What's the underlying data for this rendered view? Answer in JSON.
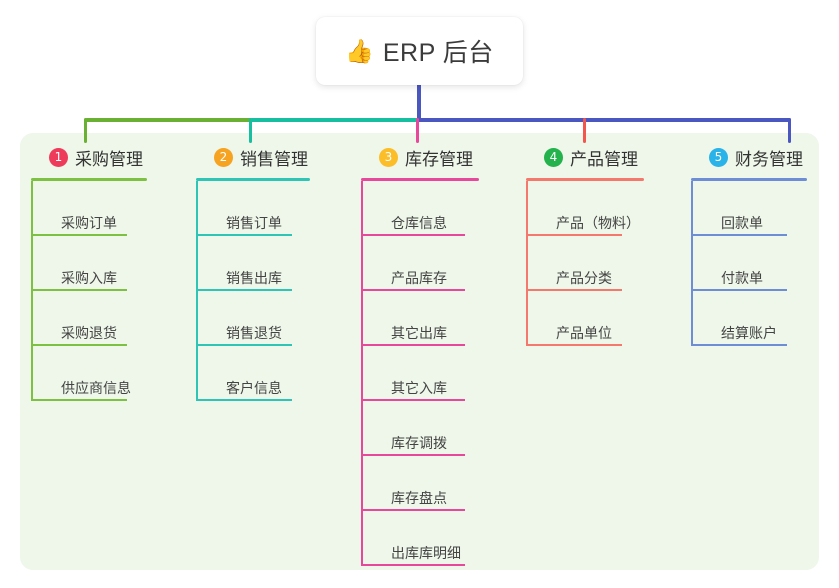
{
  "canvas": {
    "background": "#ffffff",
    "panel_background": "#eef7e9"
  },
  "title_card": {
    "icon": "thumbs-up-icon",
    "icon_glyph": "👍",
    "text": "ERP 后台"
  },
  "connector": {
    "stem_color": "#4a57c0",
    "bar_colors": [
      "#6ab033",
      "#17bfa0",
      "#4a57c0"
    ],
    "drop_colors": [
      "#6ab033",
      "#17bfa0",
      "#e8489c",
      "#f2564d",
      "#4a57c0"
    ]
  },
  "columns": [
    {
      "number": "1",
      "title": "采购管理",
      "badge_color": "#ef3b5b",
      "line_color": "#7cc142",
      "items": [
        "采购订单",
        "采购入库",
        "采购退货",
        "供应商信息"
      ]
    },
    {
      "number": "2",
      "title": "销售管理",
      "badge_color": "#f5a321",
      "line_color": "#2ec4b6",
      "items": [
        "销售订单",
        "销售出库",
        "销售退货",
        "客户信息"
      ]
    },
    {
      "number": "3",
      "title": "库存管理",
      "badge_color": "#fbbe28",
      "line_color": "#e8489c",
      "items": [
        "仓库信息",
        "产品库存",
        "其它出库",
        "其它入库",
        "库存调拨",
        "库存盘点",
        "出库库明细"
      ]
    },
    {
      "number": "4",
      "title": "产品管理",
      "badge_color": "#23b24b",
      "line_color": "#f4796c",
      "items": [
        "产品（物料）",
        "产品分类",
        "产品单位"
      ]
    },
    {
      "number": "5",
      "title": "财务管理",
      "badge_color": "#2ab3e8",
      "line_color": "#6d8ed6",
      "items": [
        "回款单",
        "付款单",
        "结算账户"
      ]
    }
  ]
}
